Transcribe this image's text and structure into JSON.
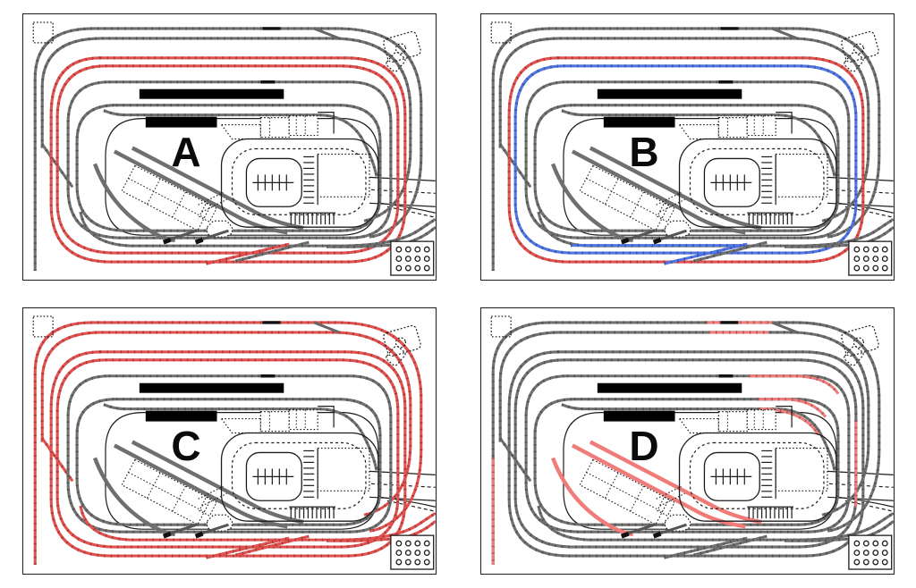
{
  "figure": {
    "type": "model-railway-track-plan-comparison",
    "panel_count": 4,
    "description": "Four copies of the same model railway track plan, each with different routes highlighted in colour"
  },
  "palette": {
    "track_gray": "#6f6f6f",
    "highlight_red": "#e2504e",
    "highlight_blue": "#4f74e3",
    "highlight_salmon": "#f07b78",
    "line_black": "#1c1c1c",
    "platform_black": "#000000"
  },
  "icons": [
    {
      "name": "dotted-square-icon",
      "location": "top-left of each plan"
    },
    {
      "name": "camera-icon",
      "location": "top-right of each plan"
    },
    {
      "name": "dot-grid-icon",
      "location": "bottom-right of each plan"
    }
  ],
  "panels": [
    {
      "label": "A",
      "highlight_summary": "Double-track main oval highlighted in red",
      "track_colors": {
        "outer1": "track_gray",
        "outer2": "track_gray",
        "crossover": "track_gray",
        "main1": "highlight_red",
        "main2": "highlight_red",
        "inner1": "track_gray",
        "inner2": "track_gray",
        "siding": "track_gray",
        "yard": "track_gray",
        "yard_diag": "highlight_red",
        "yard_diag2": "track_gray",
        "ld1": "track_gray",
        "ld2": "track_gray",
        "ld3": "track_gray"
      },
      "overlays": []
    },
    {
      "label": "B",
      "highlight_summary": "Outer main loop red, inner main loop blue",
      "track_colors": {
        "outer1": "track_gray",
        "outer2": "track_gray",
        "crossover": "track_gray",
        "main1": "highlight_red",
        "main2": "highlight_blue",
        "inner1": "track_gray",
        "inner2": "track_gray",
        "siding": "track_gray",
        "yard": "track_gray",
        "yard_diag": "highlight_blue",
        "yard_diag2": "track_gray",
        "ld1": "track_gray",
        "ld2": "track_gray",
        "ld3": "track_gray"
      },
      "overlays": [
        {
          "path": "ov_yardleft",
          "color": "highlight_blue"
        }
      ]
    },
    {
      "label": "C",
      "highlight_summary": "Both outer loops, both main ovals and yard lead highlighted in red",
      "track_colors": {
        "outer1": "highlight_red",
        "outer2": "highlight_red",
        "crossover": "highlight_red",
        "main1": "highlight_red",
        "main2": "highlight_red",
        "inner1": "track_gray",
        "inner2": "track_gray",
        "siding": "track_gray",
        "yard": "highlight_red",
        "yard_diag": "highlight_red",
        "yard_diag2": "highlight_red",
        "ld1": "track_gray",
        "ld2": "track_gray",
        "ld3": "track_gray"
      },
      "overlays": []
    },
    {
      "label": "D",
      "highlight_summary": "Scattered track sections highlighted in red: top-right straights, station approach curves, inner main right side, left stub and lower-left sidings",
      "track_colors": {
        "outer1": "track_gray",
        "outer2": "track_gray",
        "crossover": "track_gray",
        "main1": "track_gray",
        "main2": "track_gray",
        "inner1": "track_gray",
        "inner2": "track_gray",
        "siding": "track_gray",
        "yard": "track_gray",
        "yard_diag": "track_gray",
        "yard_diag2": "track_gray",
        "ld1": "highlight_salmon",
        "ld2": "highlight_salmon",
        "ld3": "highlight_salmon"
      },
      "overlays": [
        {
          "path": "ov_out1",
          "color": "highlight_salmon"
        },
        {
          "path": "ov_out2",
          "color": "highlight_salmon"
        },
        {
          "path": "ov_in1",
          "color": "highlight_salmon"
        },
        {
          "path": "ov_in2",
          "color": "highlight_salmon"
        },
        {
          "path": "ov_sid",
          "color": "highlight_salmon"
        },
        {
          "path": "ov_m2r",
          "color": "highlight_salmon"
        },
        {
          "path": "ov_stub",
          "color": "highlight_salmon"
        }
      ]
    }
  ]
}
